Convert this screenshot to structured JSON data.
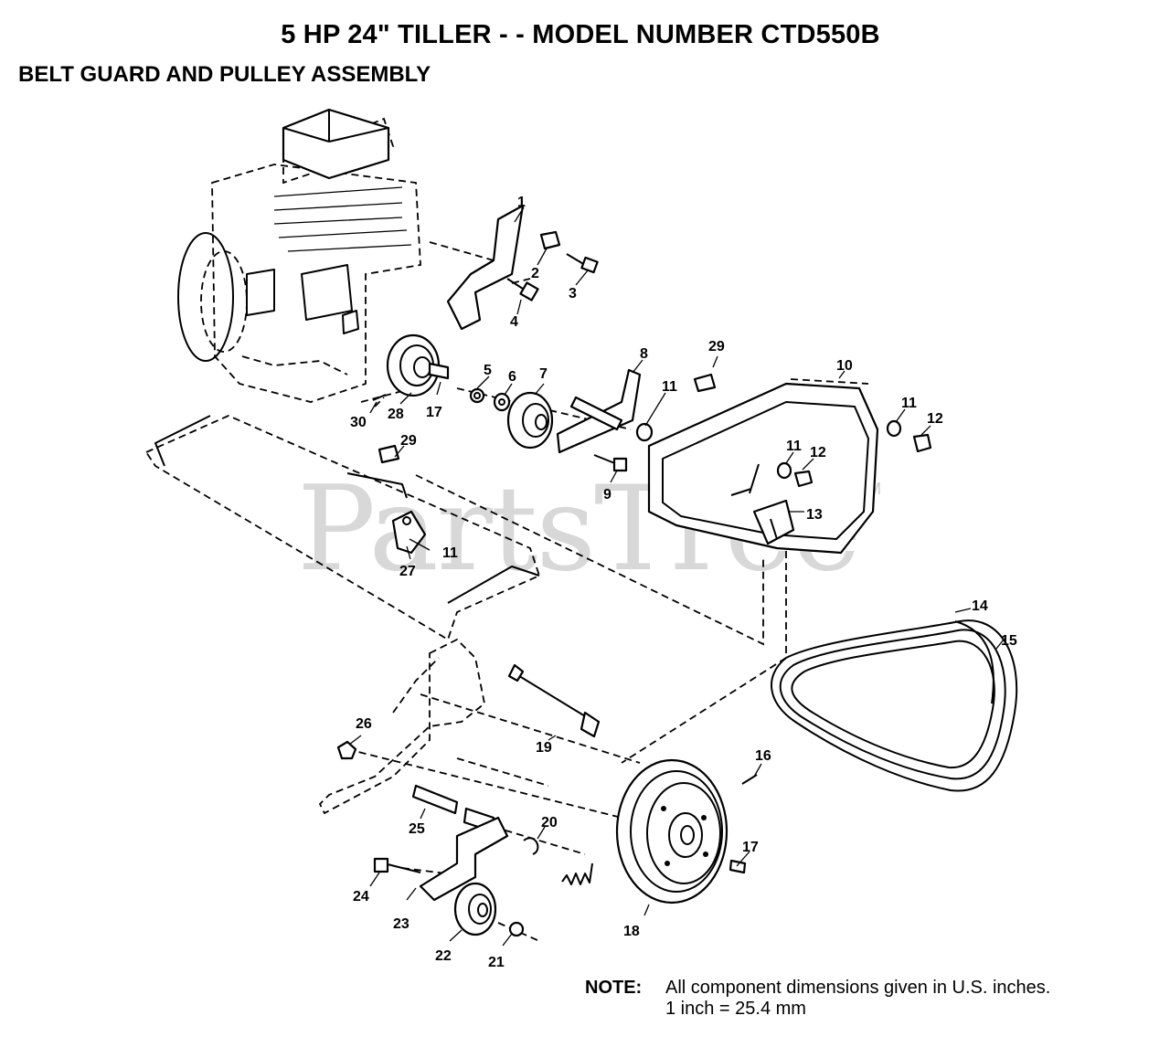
{
  "title": "5 HP 24\" TILLER - - MODEL NUMBER CTD550B",
  "subtitle": "BELT GUARD AND PULLEY ASSEMBLY",
  "watermark": {
    "text": "PartsTree",
    "mark": "TM"
  },
  "note": {
    "label": "NOTE:",
    "line1": "All component dimensions given in U.S. inches.",
    "line2": "1 inch = 25.4 mm"
  },
  "callouts": [
    "1",
    "2",
    "3",
    "4",
    "5",
    "6",
    "7",
    "8",
    "9",
    "10",
    "11",
    "11",
    "11",
    "11",
    "12",
    "12",
    "13",
    "14",
    "15",
    "16",
    "17",
    "17",
    "18",
    "19",
    "20",
    "21",
    "22",
    "23",
    "24",
    "25",
    "26",
    "27",
    "28",
    "29",
    "29",
    "30"
  ]
}
